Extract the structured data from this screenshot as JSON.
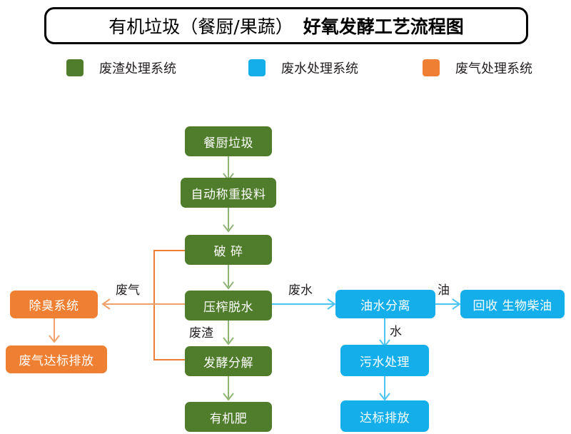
{
  "title": {
    "normal": "有机垃圾（餐厨/果蔬）",
    "bold": "好氧发酵工艺流程图"
  },
  "legend": {
    "items": [
      {
        "label": "废渣处理系统",
        "color": "#4f7d2b"
      },
      {
        "label": "废水处理系统",
        "color": "#14aeeb"
      },
      {
        "label": "废气处理系统",
        "color": "#ef8033"
      }
    ]
  },
  "nodes": [
    {
      "id": "canchu-laji",
      "label": "餐厨垃圾",
      "system": "green"
    },
    {
      "id": "zidong-toufliao",
      "label": "自动称重投料",
      "system": "green"
    },
    {
      "id": "posui",
      "label": "破 碎",
      "system": "green"
    },
    {
      "id": "yazha-tuoshui",
      "label": "压榨脱水",
      "system": "green"
    },
    {
      "id": "fajiao-fenjie",
      "label": "发酵分解",
      "system": "green"
    },
    {
      "id": "youjifei",
      "label": "有机肥",
      "system": "green"
    },
    {
      "id": "chuchou-xitong",
      "label": "除臭系统",
      "system": "orange"
    },
    {
      "id": "feiqi-dabiao",
      "label": "废气达标排放",
      "system": "orange"
    },
    {
      "id": "youshui-fenli",
      "label": "油水分离",
      "system": "blue"
    },
    {
      "id": "huishou-chaiyou",
      "label": "回收 生物柴油",
      "system": "blue"
    },
    {
      "id": "wushui-chuli",
      "label": "污水处理",
      "system": "blue"
    },
    {
      "id": "dabiao-paifang",
      "label": "达标排放",
      "system": "blue"
    }
  ],
  "edge_labels": [
    {
      "id": "feiqi",
      "label": "废气"
    },
    {
      "id": "feishui",
      "label": "废水"
    },
    {
      "id": "feizha",
      "label": "废渣"
    },
    {
      "id": "you",
      "label": "油"
    },
    {
      "id": "shui",
      "label": "水"
    }
  ],
  "colors": {
    "green": "#4f7d2b",
    "blue": "#14aeeb",
    "orange": "#ef8033",
    "green_line": "#8fb573",
    "blue_line": "#4ec5f1",
    "orange_line": "#f0a06a",
    "orange_line_solid": "#ef8033",
    "text": "#231f20",
    "border": "#000000",
    "background": "#ffffff"
  }
}
